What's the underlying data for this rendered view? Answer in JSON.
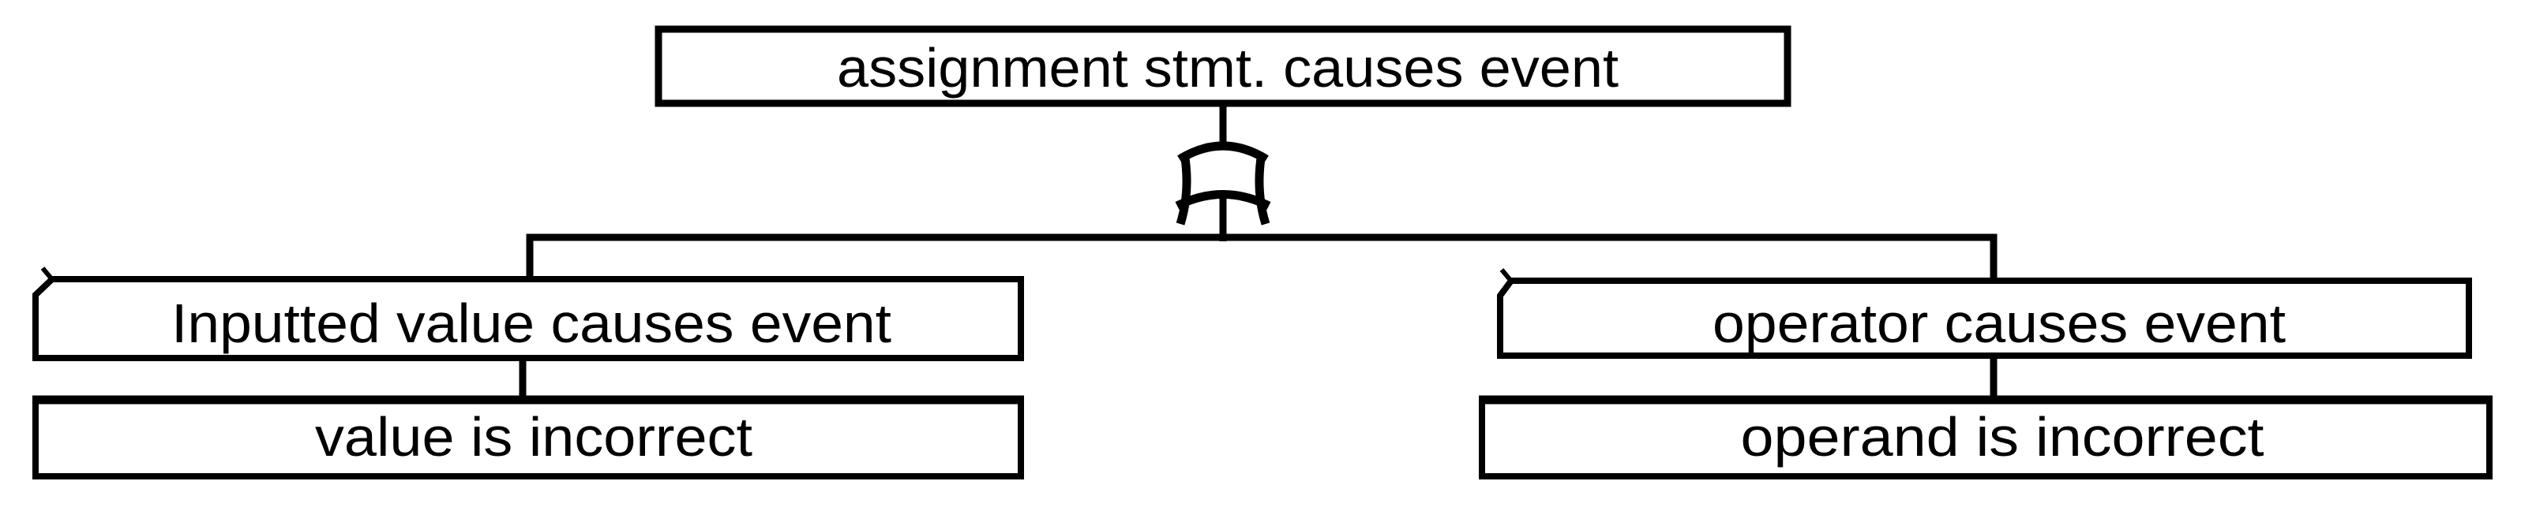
{
  "diagram_type": "fault-tree",
  "colors": {
    "background": "#ffffff",
    "line": "#000000",
    "text": "#000000"
  },
  "tree": {
    "root": {
      "label": "assignment stmt. causes event"
    },
    "gate": {
      "icon": "or-gate-icon",
      "kind": "or-gate"
    },
    "branches": {
      "left": {
        "event": {
          "label": "Inputted value causes event"
        },
        "cause": {
          "label": "value is incorrect"
        }
      },
      "right": {
        "event": {
          "label": "operator causes event"
        },
        "cause": {
          "label": "operand is incorrect"
        }
      }
    }
  }
}
